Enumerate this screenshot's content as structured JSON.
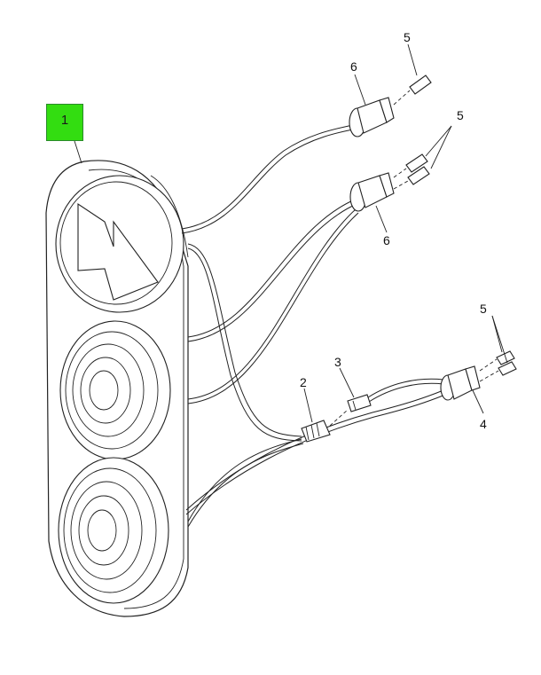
{
  "callouts": {
    "item1": "1",
    "item2": "2",
    "item3": "3",
    "item4": "4",
    "item5_top": "5",
    "item5_mid": "5",
    "item5_low": "5",
    "item6_top": "6",
    "item6_mid": "6"
  },
  "colors": {
    "highlight": "#33dd11",
    "line": "#222222"
  }
}
